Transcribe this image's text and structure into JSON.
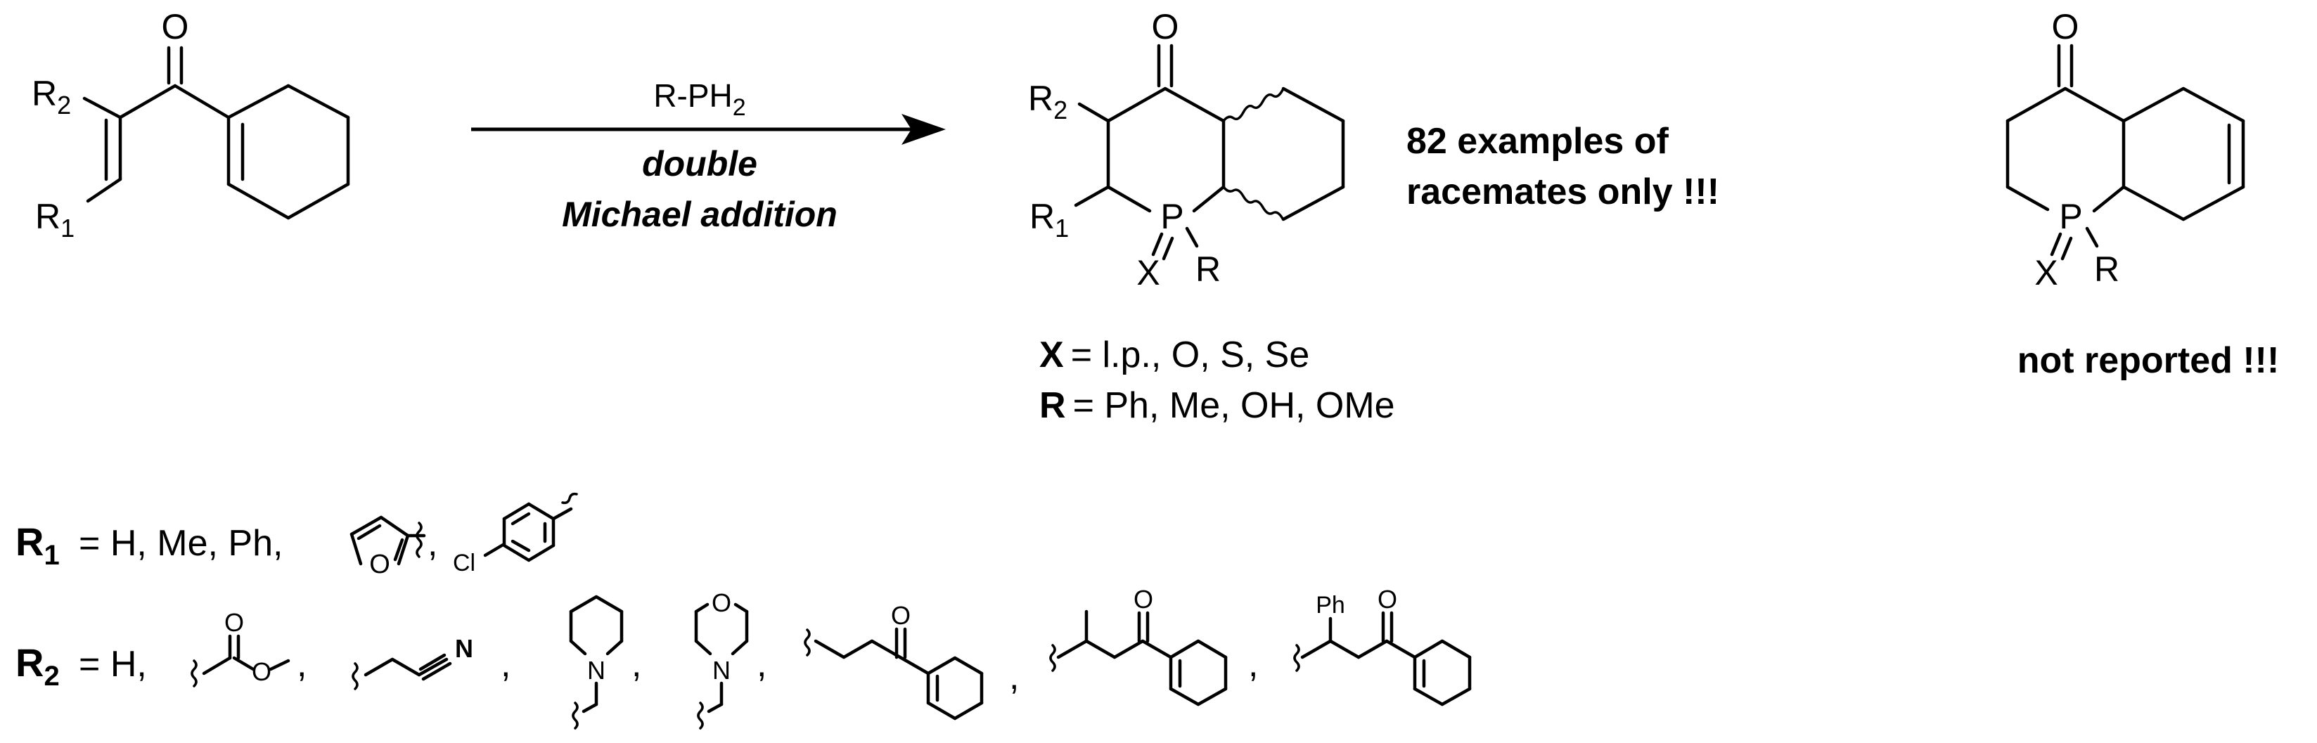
{
  "reaction": {
    "reagent_prefix": "R-PH",
    "reagent_sub": "2",
    "condition_line1": "double",
    "condition_line2": "Michael addition"
  },
  "substrate": {
    "r2_main": "R",
    "r2_sub": "2",
    "r1_main": "R",
    "r1_sub": "1",
    "oxygen": "O"
  },
  "product": {
    "r2_main": "R",
    "r2_sub": "2",
    "r1_main": "R",
    "r1_sub": "1",
    "oxygen": "O",
    "phosphorus": "P",
    "x_atom": "X",
    "r_atom": "R"
  },
  "examples_note": {
    "line1": "82 examples of",
    "line2": "racemates only !!!"
  },
  "unreported": {
    "oxygen": "O",
    "phosphorus": "P",
    "x_atom": "X",
    "r_atom": "R",
    "caption": "not reported !!!"
  },
  "xr_definitions": {
    "x_label": "X",
    "x_values": "= l.p., O, S, Se",
    "r_label": "R",
    "r_values": "= Ph, Me, OH, OMe"
  },
  "r1_definitions": {
    "label_main": "R",
    "label_sub": "1",
    "eq_values": "= H, Me, Ph,",
    "furan_o": "O",
    "sep": ",",
    "cl": "Cl"
  },
  "r2_definitions": {
    "label_main": "R",
    "label_sub": "2",
    "eq_values": "= H,",
    "ester_o1": "O",
    "ester_o2": "O",
    "nitrile_n": "N",
    "piperidine_n": "N",
    "morpholine_o": "O",
    "morpholine_n": "N",
    "enone1_o": "O",
    "enone2_o": "O",
    "enone3_o": "O",
    "ph": "Ph",
    "comma": ","
  }
}
